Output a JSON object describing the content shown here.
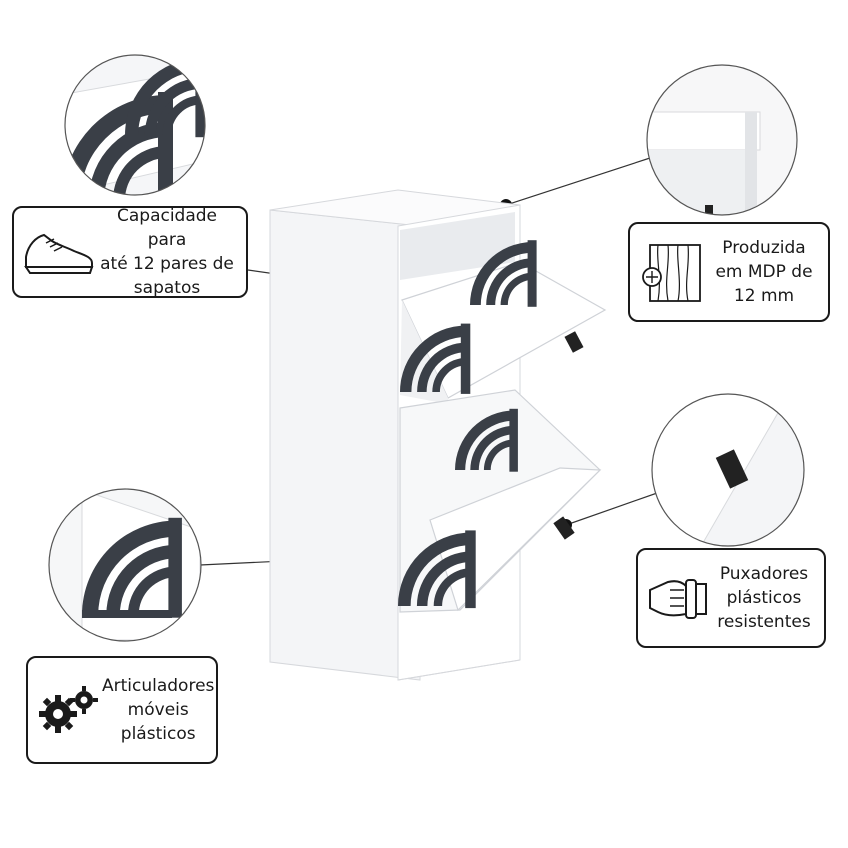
{
  "callouts": {
    "capacity": {
      "text": "Capacidade para\naté 12 pares de\nsapatos",
      "icon": "sneaker-icon"
    },
    "material": {
      "text": "Produzida\nem MDP de\n12 mm",
      "icon": "wood-panel-icon"
    },
    "handles": {
      "text": "Puxadores\nplásticos\nresistentes",
      "icon": "hand-grip-icon"
    },
    "hinges": {
      "text": "Articuladores\nmóveis\nplásticos",
      "icon": "gears-icon"
    }
  },
  "colors": {
    "cabinet": "#ffffff",
    "hinge": "#3a3f47",
    "outline": "#1a1a1a",
    "shadow": "#e4e6ea"
  }
}
